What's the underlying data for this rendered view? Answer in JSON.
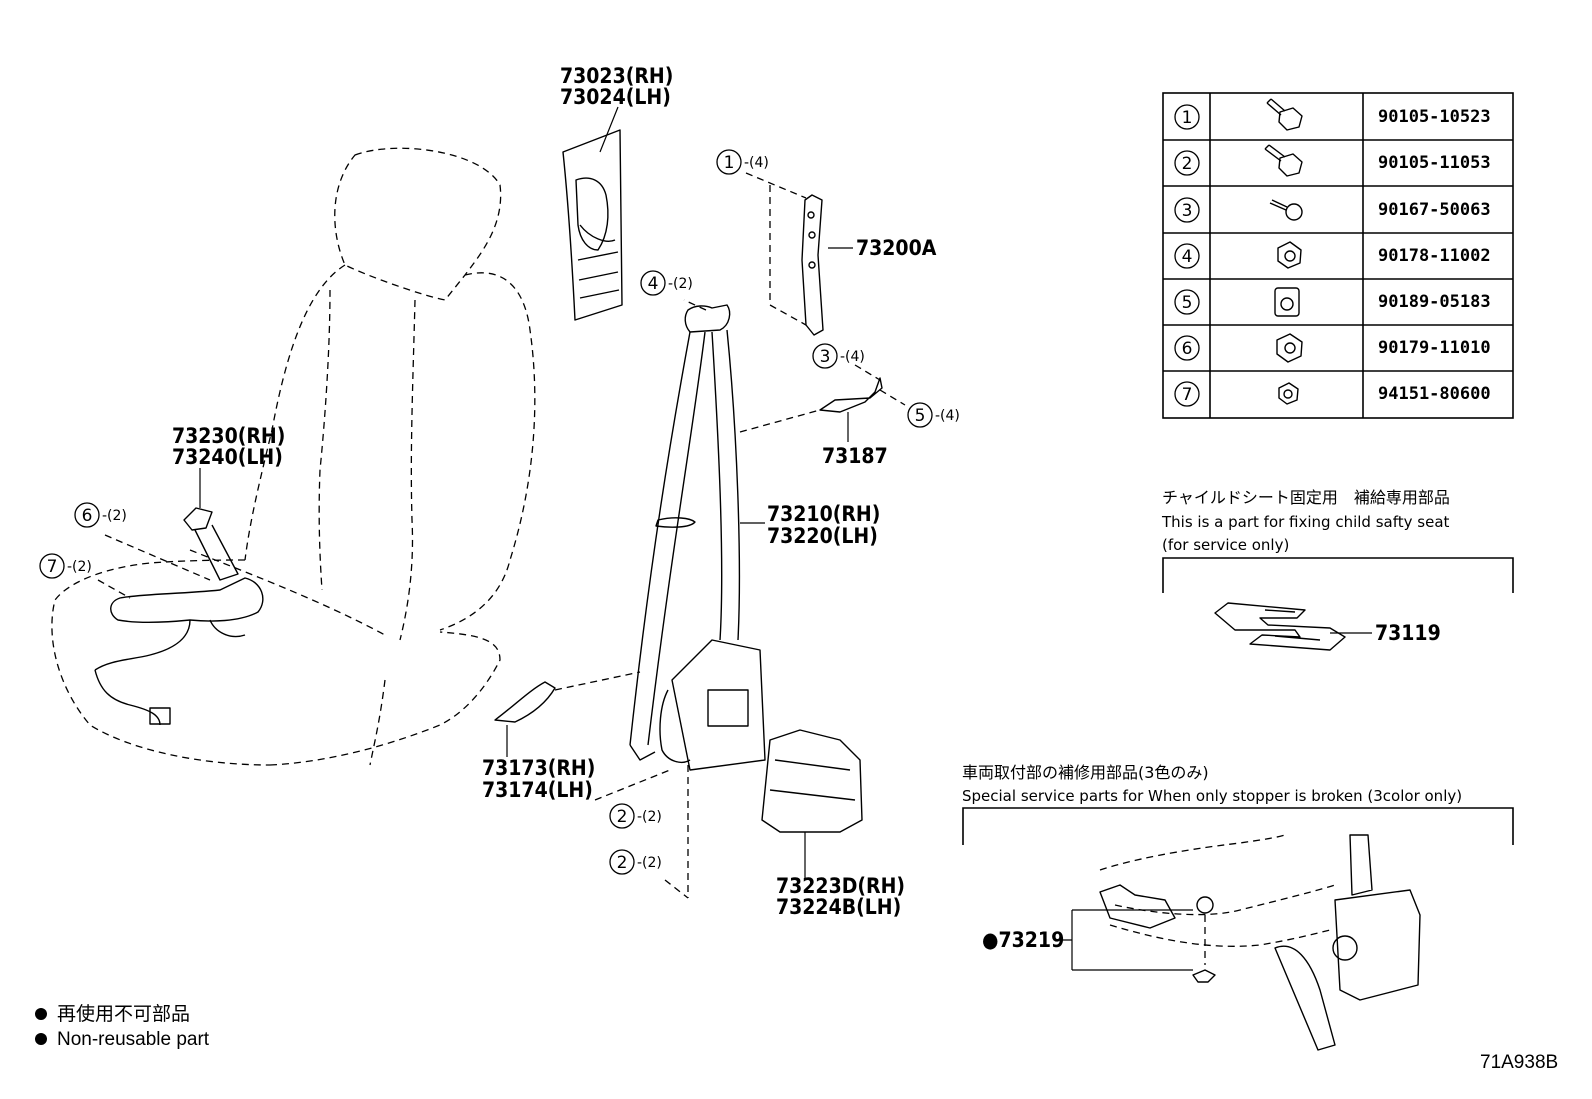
{
  "callouts": [
    {
      "id": "c73023",
      "lines": [
        "73023(RH)",
        "73024(LH)"
      ]
    },
    {
      "id": "c73200A",
      "lines": [
        "73200A"
      ]
    },
    {
      "id": "c73187",
      "lines": [
        "73187"
      ]
    },
    {
      "id": "c73230",
      "lines": [
        "73230(RH)",
        "73240(LH)"
      ]
    },
    {
      "id": "c73210",
      "lines": [
        "73210(RH)",
        "73220(LH)"
      ]
    },
    {
      "id": "c73173",
      "lines": [
        "73173(RH)",
        "73174(LH)"
      ]
    },
    {
      "id": "c73223",
      "lines": [
        "73223D(RH)",
        "73224B(LH)"
      ]
    },
    {
      "id": "c73119",
      "lines": [
        "73119"
      ]
    },
    {
      "id": "c73219",
      "lines": [
        "●73219"
      ]
    }
  ],
  "fastener_refs": [
    {
      "num": "1",
      "qty": "-(4)"
    },
    {
      "num": "4",
      "qty": "-(2)"
    },
    {
      "num": "3",
      "qty": "-(4)"
    },
    {
      "num": "5",
      "qty": "-(4)"
    },
    {
      "num": "6",
      "qty": "-(2)"
    },
    {
      "num": "7",
      "qty": "-(2)"
    },
    {
      "num": "2",
      "qty": "-(2)"
    },
    {
      "num": "2",
      "qty": "-(2)"
    }
  ],
  "fastener_table": [
    {
      "num": "1",
      "icon": "flange-bolt-icon",
      "part_no": "90105-10523"
    },
    {
      "num": "2",
      "icon": "flange-bolt-icon",
      "part_no": "90105-11053"
    },
    {
      "num": "3",
      "icon": "screw-icon",
      "part_no": "90167-50063"
    },
    {
      "num": "4",
      "icon": "nut-icon",
      "part_no": "90178-11002"
    },
    {
      "num": "5",
      "icon": "clip-nut-icon",
      "part_no": "90189-05183"
    },
    {
      "num": "6",
      "icon": "nut-icon",
      "part_no": "90179-11010"
    },
    {
      "num": "7",
      "icon": "nut-icon",
      "part_no": "94151-80600"
    }
  ],
  "child_seat_note": {
    "jp": "チャイルドシート固定用　補給専用部品",
    "en1": "This is a part for fixing child safty seat",
    "en2": "(for service only)"
  },
  "service_note": {
    "jp": "車両取付部の補修用部品(3色のみ)",
    "en": "Special service parts for When only stopper is broken (3color only)"
  },
  "legend": {
    "jp": "再使用不可部品",
    "en": "Non-reusable part"
  },
  "diagram_code": "71A938B"
}
